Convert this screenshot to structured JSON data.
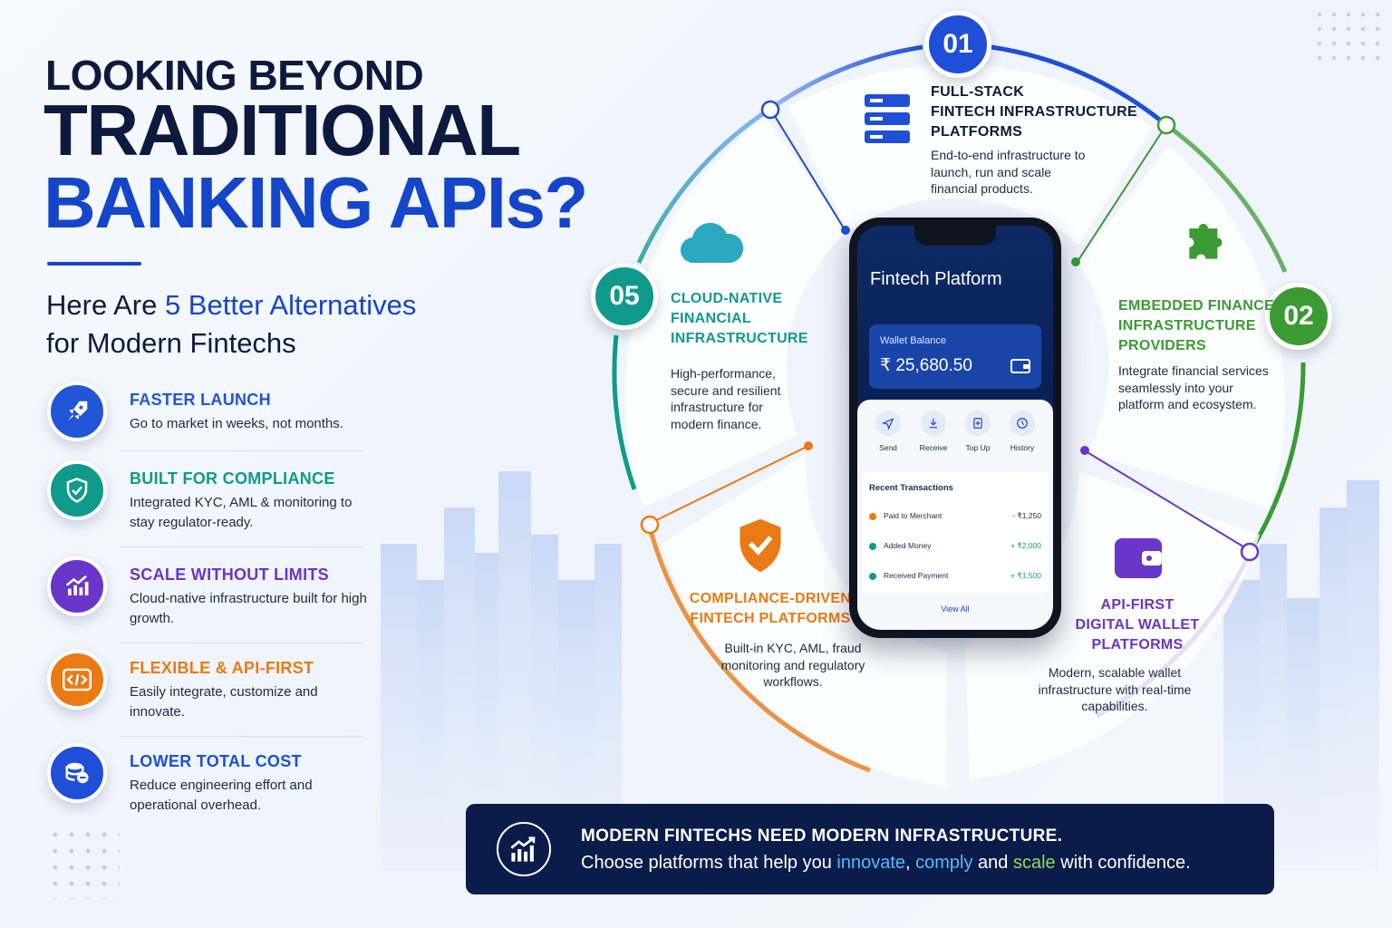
{
  "headline": {
    "line1": "LOOKING BEYOND",
    "line2": "TRADITIONAL",
    "line3": "BANKING APIs?"
  },
  "subtitle": {
    "prefix": "Here Are ",
    "highlight": "5 Better Alternatives",
    "line2": "for Modern Fintechs"
  },
  "features": [
    {
      "title": "FASTER LAUNCH",
      "desc": "Go to market in weeks, not months.",
      "icon": "rocket-icon",
      "color": "#2255d8"
    },
    {
      "title": "BUILT FOR COMPLIANCE",
      "desc": "Integrated KYC, AML & monitoring to stay regulator-ready.",
      "icon": "shield-check-icon",
      "color": "#0f9a8c"
    },
    {
      "title": "SCALE WITHOUT LIMITS",
      "desc": "Cloud-native infrastructure built for high growth.",
      "icon": "growth-chart-icon",
      "color": "#6a35c9"
    },
    {
      "title": "FLEXIBLE & API-FIRST",
      "desc": "Easily integrate, customize and innovate.",
      "icon": "code-icon",
      "color": "#ea7a13"
    },
    {
      "title": "LOWER TOTAL COST",
      "desc": "Reduce engineering effort and operational overhead.",
      "icon": "coins-icon",
      "color": "#1e4fd6"
    }
  ],
  "sections": [
    {
      "number": "01",
      "title": [
        "FULL-STACK",
        "FINTECH INFRASTRUCTURE",
        "PLATFORMS"
      ],
      "desc": "End-to-end infrastructure to launch, run and scale financial products.",
      "icon": "server-icon",
      "color": "#1e4fd6"
    },
    {
      "number": "02",
      "title": [
        "EMBEDDED FINANCE",
        "INFRASTRUCTURE",
        "PROVIDERS"
      ],
      "desc": "Integrate financial services seamlessly into your platform and ecosystem.",
      "icon": "puzzle-icon",
      "color": "#3c9a34"
    },
    {
      "title": [
        "API-FIRST",
        "DIGITAL WALLET",
        "PLATFORMS"
      ],
      "desc": "Modern, scalable wallet infrastructure with real-time capabilities.",
      "icon": "wallet-icon",
      "color": "#6a35c9"
    },
    {
      "title": [
        "COMPLIANCE-DRIVEN",
        "FINTECH PLATFORMS"
      ],
      "desc": "Built-in KYC, AML, fraud monitoring and regulatory workflows.",
      "icon": "shield-check-icon",
      "color": "#ea7a13"
    },
    {
      "number": "05",
      "title": [
        "CLOUD-NATIVE",
        "FINANCIAL",
        "INFRASTRUCTURE"
      ],
      "desc": "High-performance, secure and resilient infrastructure for modern finance.",
      "icon": "cloud-icon",
      "color": "#0f9a8c"
    }
  ],
  "phone": {
    "title": "Fintech Platform",
    "wallet_label": "Wallet Balance",
    "wallet_value": "₹ 25,680.50",
    "actions": [
      {
        "label": "Send",
        "icon": "send-icon"
      },
      {
        "label": "Receive",
        "icon": "receive-icon"
      },
      {
        "label": "Top Up",
        "icon": "topup-icon"
      },
      {
        "label": "History",
        "icon": "history-icon"
      }
    ],
    "transactions_title": "Recent Transactions",
    "transactions": [
      {
        "name": "Paid to Merchant",
        "amount": "- ₹1,250",
        "color": "#ea7a13"
      },
      {
        "name": "Added Money",
        "amount": "+ ₹2,000",
        "color": "#0f9a8c"
      },
      {
        "name": "Received Payment",
        "amount": "+ ₹1,500",
        "color": "#0f9a8c"
      }
    ],
    "view_all": "View All"
  },
  "banner": {
    "heading": "MODERN FINTECHS NEED MODERN INFRASTRUCTURE.",
    "text_before": "Choose platforms that help you ",
    "word1": "innovate",
    "sep1": ", ",
    "word2": "comply",
    "sep2": " and ",
    "word3": "scale",
    "text_after": " with confidence.",
    "icon": "growth-chart-icon"
  },
  "colors": {
    "navy": "#0c1b3d",
    "accent_blue": "#1546c9",
    "teal": "#0f9a8c",
    "green": "#3c9a34",
    "purple": "#6a35c9",
    "orange": "#ea7a13",
    "banner_bg": "#0b1c4a"
  }
}
